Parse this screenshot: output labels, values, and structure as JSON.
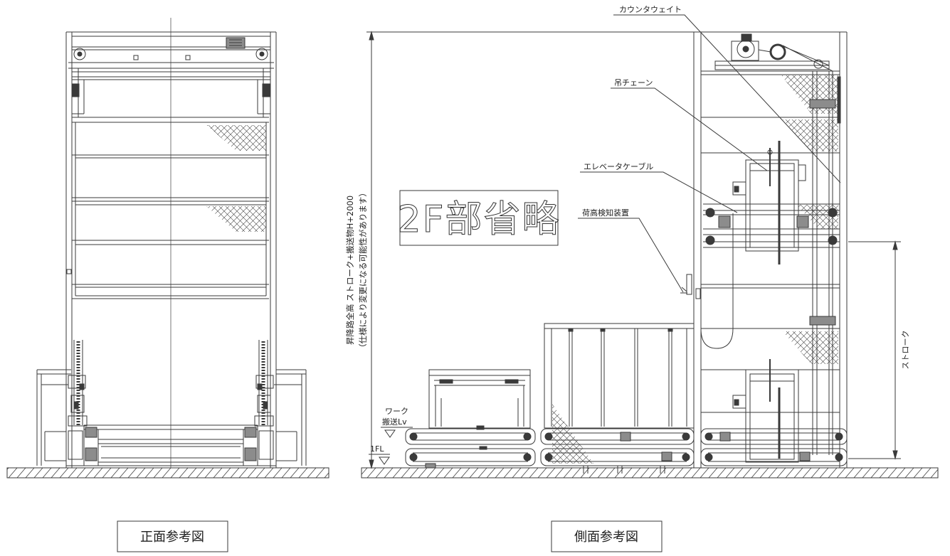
{
  "front_view": {
    "title": "正面参考図"
  },
  "side_view": {
    "title": "側面参考図",
    "omitted_note": "2F部省略",
    "callouts": {
      "counterweight": "カウンタウェイト",
      "hanging_chain": "吊チェーン",
      "elevator_cable": "エレベータケーブル",
      "load_height_sensor": "荷高検知装置"
    },
    "dimensions": {
      "total_height_line1": "昇降路全高 ストローク+搬送物H+2000",
      "total_height_line2": "（仕様により変更になる可能性があります）",
      "stroke": "ストローク"
    },
    "levels": {
      "work_line1": "ワーク",
      "work_line2": "搬送Lv",
      "floor": "1FL"
    }
  },
  "colors": {
    "line": "#3a3a3a",
    "background": "#ffffff"
  }
}
